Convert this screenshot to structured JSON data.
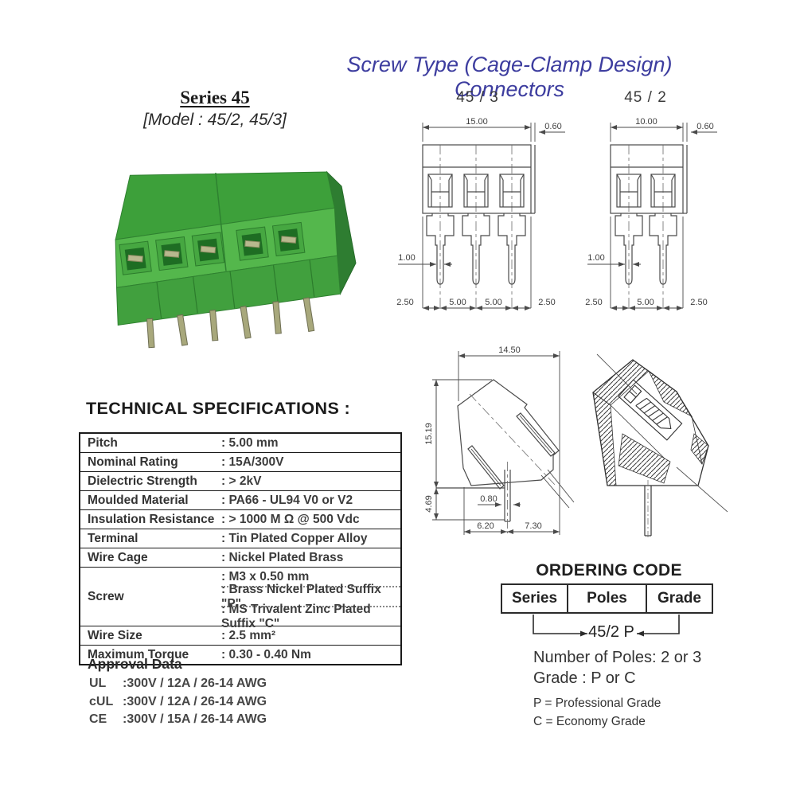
{
  "page": {
    "title": "Screw Type (Cage-Clamp Design) Connectors"
  },
  "colors": {
    "title_blue": "#3d3d9f",
    "product_green": "#54b74c",
    "drawing_line_grey": "#4a4a4a"
  },
  "product": {
    "series_title": "Series 45",
    "model_line": "[Model : 45/2, 45/3]"
  },
  "drawings": {
    "front_3pole": {
      "label": "45 / 3",
      "dim_width": "15.00",
      "dim_wall": "0.60",
      "dim_pin_width": "1.00",
      "dim_bottom_left": "2.50",
      "dim_pitch_1": "5.00",
      "dim_pitch_2": "5.00",
      "dim_bottom_right": "2.50"
    },
    "front_2pole": {
      "label": "45 / 2",
      "dim_width": "10.00",
      "dim_wall": "0.60",
      "dim_pin_width": "1.00",
      "dim_bottom_left": "2.50",
      "dim_pitch_1": "5.00",
      "dim_bottom_right": "2.50"
    },
    "side_view": {
      "dim_width": "14.50",
      "dim_height": "15.19",
      "dim_pin_length": "4.69",
      "dim_pin_width": "0.80",
      "dim_bottom_left": "6.20",
      "dim_bottom_right": "7.30"
    }
  },
  "specs": {
    "heading": "TECHNICAL SPECIFICATIONS :",
    "rows": [
      {
        "label": "Pitch",
        "values": [
          ": 5.00 mm"
        ]
      },
      {
        "label": "Nominal Rating",
        "values": [
          ": 15A/300V"
        ]
      },
      {
        "label": "Dielectric Strength",
        "values": [
          ": > 2kV"
        ]
      },
      {
        "label": "Moulded Material",
        "values": [
          ": PA66 - UL94 V0 or V2"
        ]
      },
      {
        "label": "Insulation Resistance",
        "values": [
          ": > 1000 M Ω @ 500 Vdc"
        ]
      },
      {
        "label": "Terminal",
        "values": [
          ": Tin Plated Copper Alloy"
        ]
      },
      {
        "label": "Wire Cage",
        "values": [
          ": Nickel Plated Brass"
        ]
      },
      {
        "label": "Screw",
        "values": [
          ": M3 x 0.50 mm",
          ": Brass Nickel Plated Suffix \"P\"",
          ": MS Trivalent Zinc Plated Suffix \"C\""
        ]
      },
      {
        "label": "Wire Size",
        "values": [
          ": 2.5 mm²"
        ]
      },
      {
        "label": "Maximum Torque",
        "values": [
          ": 0.30 - 0.40 Nm"
        ]
      }
    ]
  },
  "approval": {
    "heading": "Approval Data",
    "rows": [
      {
        "agency": "UL",
        "value": ":300V / 12A / 26-14 AWG"
      },
      {
        "agency": "cUL",
        "value": ":300V / 12A / 26-14 AWG"
      },
      {
        "agency": "CE",
        "value": ":300V / 15A / 26-14 AWG"
      }
    ]
  },
  "ordering": {
    "heading": "ORDERING CODE",
    "columns": [
      "Series",
      "Poles",
      "Grade"
    ],
    "example_code": "45/2 P",
    "notes": [
      "Number of Poles: 2 or 3",
      "Grade : P or C"
    ],
    "legend": [
      "P = Professional Grade",
      "C = Economy Grade"
    ]
  }
}
